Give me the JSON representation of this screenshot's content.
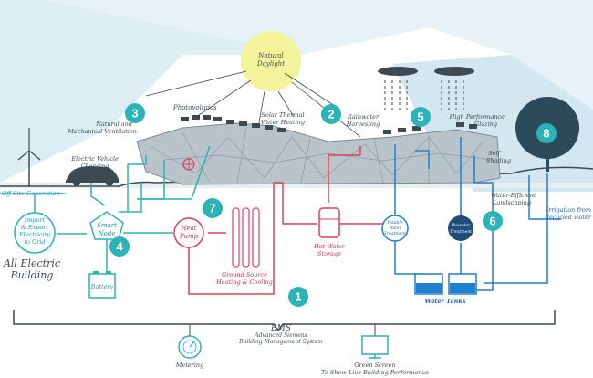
{
  "labels": {
    "natural_daylight_1": "Natural",
    "natural_daylight_2": "Daylight",
    "photovoltaics": "Photovoltaics",
    "natural_vent_1": "Natural and",
    "natural_vent_2": "Mechanical Ventilation",
    "solar_thermal_1": "Solar Thermal",
    "solar_thermal_2": "Water Heating",
    "rainwater_1": "Rainwater",
    "rainwater_2": "Harvesting",
    "glazing_1": "High Performance",
    "glazing_2": "Glazing",
    "self_shading_1": "Self",
    "self_shading_2": "Shading",
    "ev_charging_1": "Electric Vehicle",
    "ev_charging_2": "Charging",
    "off_site": "Off Site Generation",
    "water_landscaping_1": "Water-Efficient",
    "water_landscaping_2": "Landscaping",
    "irrigation_1": "Irrigation from",
    "irrigation_2": "Recycled water",
    "import_export_1": "Import",
    "import_export_2": "& Export",
    "import_export_3": "Electricity",
    "import_export_4": "to Grid",
    "smart_node_1": "Smart",
    "smart_node_2": "Node",
    "all_electric_1": "All Electric",
    "all_electric_2": "Building",
    "battery": "Battery",
    "heat_pump_1": "Heat",
    "heat_pump_2": "Pump",
    "ground_source_1": "Ground Source",
    "ground_source_2": "Heating & Cooling",
    "hot_water_1": "Hot Water",
    "hot_water_2": "Storage",
    "potable_1": "Potable",
    "potable_2": "Water",
    "potable_3": "Treatment",
    "biowater_1": "Biowater",
    "biowater_2": "Treatment",
    "water_tanks": "Water Tanks",
    "bms_title": "BMS",
    "bms_sub_1": "Advanced Siemens",
    "bms_sub_2": "Building Management System",
    "metering": "Metering",
    "green_screen_1": "Green Screen",
    "green_screen_2": "To Show Live Building Performance"
  },
  "badges": [
    "1",
    "2",
    "3",
    "4",
    "5",
    "6",
    "7",
    "8"
  ],
  "colors": {
    "teal": "#2bb3b8",
    "red": "#e0405a",
    "navy": "#1f4e7a",
    "blue": "#1f7fd0",
    "sky": "#c9e3ef",
    "daylight": "#f2f39a",
    "building": "#b9c3ca"
  }
}
